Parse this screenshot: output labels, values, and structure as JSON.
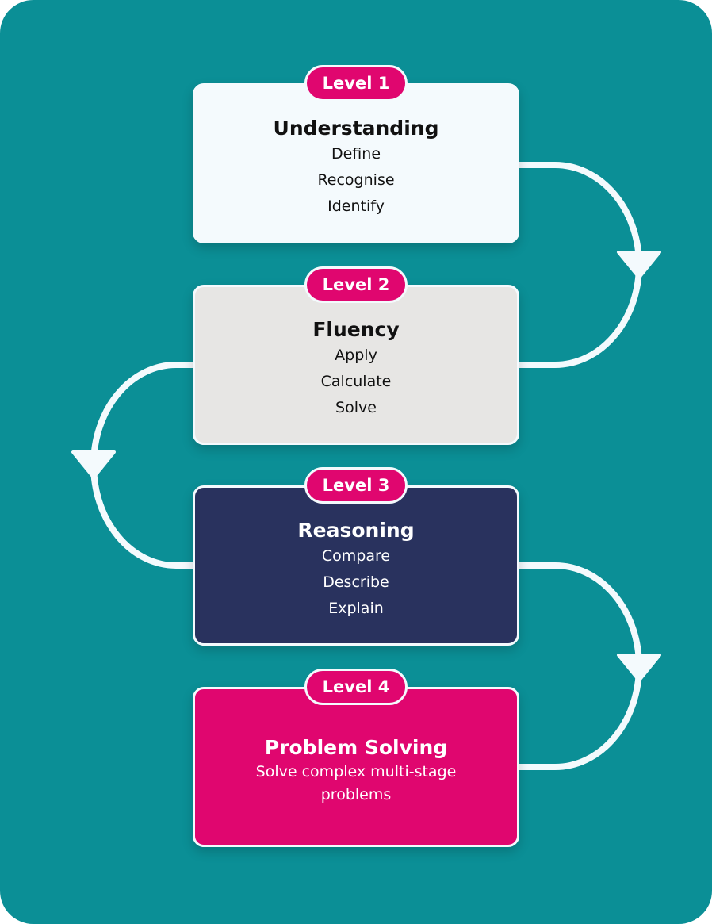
{
  "colors": {
    "background": "#0b8f96",
    "connector": "#f4fafd",
    "badge": "#e0066f",
    "level1": "#f4fafd",
    "level2": "#e7e6e4",
    "level3": "#29325e",
    "level4": "#e0066f"
  },
  "levels": [
    {
      "badge": "Level 1",
      "title": "Understanding",
      "items": [
        "Define",
        "Recognise",
        "Identify"
      ]
    },
    {
      "badge": "Level 2",
      "title": "Fluency",
      "items": [
        "Apply",
        "Calculate",
        "Solve"
      ]
    },
    {
      "badge": "Level 3",
      "title": "Reasoning",
      "items": [
        "Compare",
        "Describe",
        "Explain"
      ]
    },
    {
      "badge": "Level 4",
      "title": "Problem Solving",
      "items": [
        "Solve complex multi-stage",
        "problems"
      ]
    }
  ]
}
